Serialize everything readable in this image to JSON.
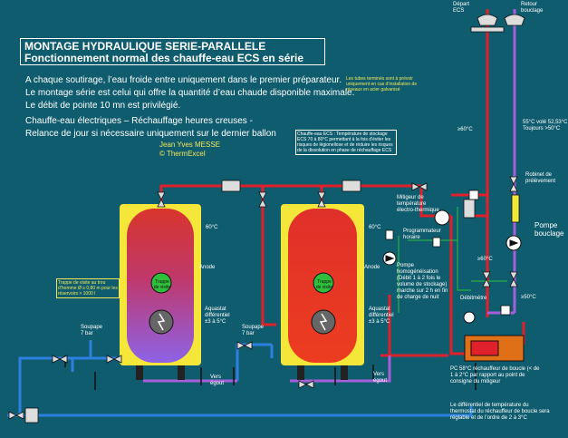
{
  "header": {
    "title_line1": "MONTAGE HYDRAULIQUE SERIE-PARALLELE",
    "title_line2": "Fonctionnement normal des chauffe-eau ECS en série"
  },
  "intro": {
    "line1": "A chaque soutirage, l’eau froide entre uniquement dans le premier préparateur.",
    "line2": "Le montage série est celui qui offre la quantité d’eau chaude disponible maximale.",
    "line3": "Le débit de pointe 10 mn est privilégié.",
    "line4": "Chauffe-eau électriques – Réchauffage heures creuses -",
    "line5": "Relance de jour si nécessaire uniquement sur le dernier ballon"
  },
  "author": {
    "name": "Jean Yves MESSE",
    "copyright": "© ThermExcel"
  },
  "notes": {
    "tubes": "Les tubes terminés sont à prévoir uniquement en cas d’installation de réseaux en acier galvanisé",
    "storage": "Chauffe-eau ECS : Température de stockage ECS 70 à 80°C permettant à la fois d’éviter les risques de légionellose et de réduire les risques de la dissolution en phase de réchauffage ECS",
    "trap": "Trappe de visite au trou d’homme Ø ≥ 0,80 m pour les réservoirs > 1000 l"
  },
  "outlets": {
    "depart": "Départ ECS",
    "retour": "Retour bouclage"
  },
  "labels": {
    "temp_60_top": "≥60°C",
    "temp_55": "55°C volé 52,53°C Toujours >50°C",
    "robinet": "Robinet de prélèvement",
    "mitigeur": "Mitigeur de température électro-thermique",
    "programmateur": "Programmateur horaire",
    "pompe_bouclage": "Pompe bouclage",
    "pompe_homog": "Pompe homogénéisation (Débit 1 à 2 fois le volume de stockage) marche sur 2 h en fin de charge de nuit",
    "temp_60_t1": "60°C",
    "temp_60_t2": "60°C",
    "anode1": "Anode",
    "anode2": "Anode",
    "aquastat1": "Aquastat différentiel ±3 à 5°C",
    "aquastat2": "Aquastat différentiel ±3 à 5°C",
    "trappe1": "Trappe de visite",
    "trappe2": "Trappe de visite",
    "soupape1": "Soupape 7 bar",
    "soupape2": "Soupape 7 bar",
    "vers_egout1": "Vers égout",
    "vers_egout2": "Vers égout",
    "temp_60_ret": "≥60°C",
    "temp_50": "≥50°C",
    "debitmetre": "Débitmètre",
    "pc": "PC 58°C réchauffeur de boucle (< de 1 à 2°C par rapport au point de consigne du mitigeur",
    "differentiel": "Le différentiel de température du thermostat du réchauffeur de boucle sera réglable et de l’ordre de 2 à 3°C"
  },
  "colors": {
    "background": "#0f5c6e",
    "hot": "#e0202a",
    "cold": "#2d7fe0",
    "return": "#9a5fd6",
    "gas": "#2fbf3a",
    "tank_jacket": "#f5e63a"
  }
}
